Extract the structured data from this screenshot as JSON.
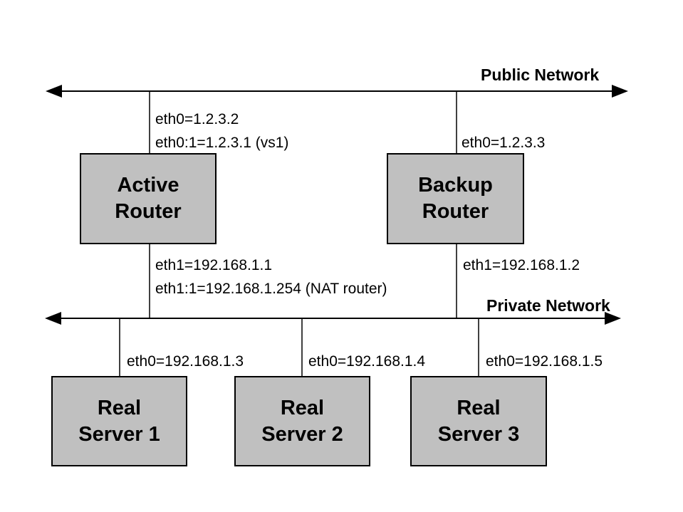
{
  "colors": {
    "background": "#ffffff",
    "node_fill": "#c0c0c0",
    "node_border": "#000000",
    "line": "#000000",
    "text": "#000000"
  },
  "networks": {
    "public": {
      "label": "Public Network"
    },
    "private": {
      "label": "Private Network"
    }
  },
  "nodes": {
    "active_router": {
      "label": "Active\nRouter"
    },
    "backup_router": {
      "label": "Backup\nRouter"
    },
    "real_server_1": {
      "label": "Real\nServer 1"
    },
    "real_server_2": {
      "label": "Real\nServer 2"
    },
    "real_server_3": {
      "label": "Real\nServer 3"
    }
  },
  "interfaces": {
    "active_router_public": [
      "eth0=1.2.3.2",
      "eth0:1=1.2.3.1 (vs1)"
    ],
    "backup_router_public": "eth0=1.2.3.3",
    "active_router_private": [
      "eth1=192.168.1.1",
      "eth1:1=192.168.1.254 (NAT router)"
    ],
    "backup_router_private": "eth1=192.168.1.2",
    "real_server_1": "eth0=192.168.1.3",
    "real_server_2": "eth0=192.168.1.4",
    "real_server_3": "eth0=192.168.1.5"
  }
}
